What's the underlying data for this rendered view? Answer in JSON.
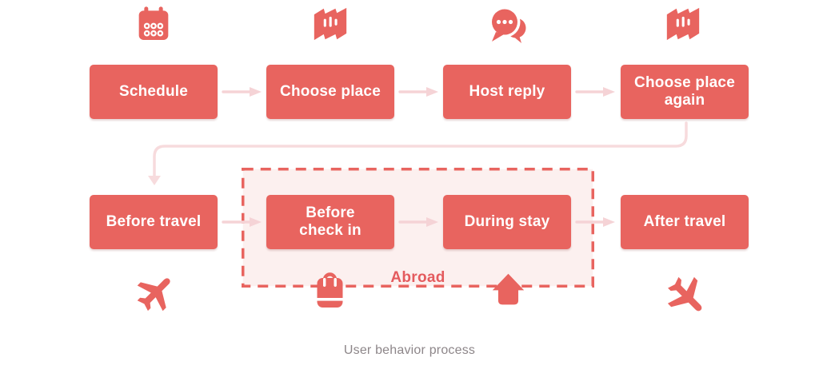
{
  "caption": "User behavior process",
  "colors": {
    "box_coral": "#E8645F",
    "icon_coral": "#E8645F",
    "arrow_pink": "#F5D3D6",
    "connector_pink": "#F7DBDD",
    "panel_fill": "#FCF0EF",
    "panel_border": "#E8645F",
    "abroad_text": "#E45B5E",
    "caption_gray": "#8D8689",
    "box_text": "#FFFFFF",
    "background": "#FFFFFF"
  },
  "row1": {
    "boxes": [
      {
        "label": "Schedule",
        "icon": "calendar-icon"
      },
      {
        "label": "Choose place",
        "icon": "map-icon"
      },
      {
        "label": "Host reply",
        "icon": "chat-icon"
      },
      {
        "label": "Choose place\nagain",
        "icon": "map-icon"
      }
    ]
  },
  "row2": {
    "boxes": [
      {
        "label": "Before travel",
        "icon": "airplane-takeoff-icon"
      },
      {
        "label": "Before\ncheck in",
        "icon": "backpack-icon"
      },
      {
        "label": "During stay",
        "icon": "home-icon"
      },
      {
        "label": "After travel",
        "icon": "airplane-landing-icon"
      }
    ]
  },
  "abroad": {
    "label": "Abroad"
  }
}
